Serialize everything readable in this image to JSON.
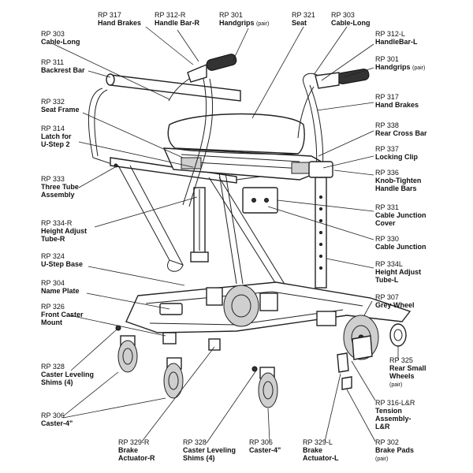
{
  "parts": [
    {
      "id": "rp317a",
      "code": "RP 317",
      "name": [
        "Hand Brakes"
      ]
    },
    {
      "id": "rp312r",
      "code": "RP 312-R",
      "name": [
        "Handle Bar-R"
      ]
    },
    {
      "id": "rp301a",
      "code": "RP 301",
      "name": [
        "Handgrips"
      ],
      "note": "(pair)"
    },
    {
      "id": "rp321",
      "code": "RP 321",
      "name": [
        "Seat"
      ]
    },
    {
      "id": "rp303a",
      "code": "RP 303",
      "name": [
        "Cable-Long"
      ]
    },
    {
      "id": "rp303b",
      "code": "RP 303",
      "name": [
        "Cable-Long"
      ]
    },
    {
      "id": "rp312l",
      "code": "RP 312-L",
      "name": [
        "HandleBar-L"
      ]
    },
    {
      "id": "rp311",
      "code": "RP 311",
      "name": [
        "Backrest Bar"
      ]
    },
    {
      "id": "rp301b",
      "code": "RP 301",
      "name": [
        "Handgrips"
      ],
      "note": "(pair)"
    },
    {
      "id": "rp317b",
      "code": "RP 317",
      "name": [
        "Hand Brakes"
      ]
    },
    {
      "id": "rp332",
      "code": "RP 332",
      "name": [
        "Seat Frame"
      ]
    },
    {
      "id": "rp338",
      "code": "RP 338",
      "name": [
        "Rear Cross Bar"
      ]
    },
    {
      "id": "rp314",
      "code": "RP 314",
      "name": [
        "Latch for",
        "U-Step 2"
      ]
    },
    {
      "id": "rp337",
      "code": "RP 337",
      "name": [
        "Locking Clip"
      ]
    },
    {
      "id": "rp336",
      "code": "RP 336",
      "name": [
        "Knob-Tighten",
        "Handle Bars"
      ]
    },
    {
      "id": "rp333",
      "code": "RP 333",
      "name": [
        "Three Tube",
        "Assembly"
      ]
    },
    {
      "id": "rp331",
      "code": "RP 331",
      "name": [
        "Cable Junction",
        "Cover"
      ]
    },
    {
      "id": "rp334r",
      "code": "RP 334-R",
      "name": [
        "Height Adjust",
        "Tube-R"
      ]
    },
    {
      "id": "rp330",
      "code": "RP 330",
      "name": [
        "Cable Junction"
      ]
    },
    {
      "id": "rp334l",
      "code": "RP 334L",
      "name": [
        "Height Adjust",
        "Tube-L"
      ]
    },
    {
      "id": "rp324",
      "code": "RP 324",
      "name": [
        "U-Step Base"
      ]
    },
    {
      "id": "rp304",
      "code": "RP 304",
      "name": [
        "Name Plate"
      ]
    },
    {
      "id": "rp307",
      "code": "RP 307",
      "name": [
        "Grey Wheel"
      ]
    },
    {
      "id": "rp326",
      "code": "RP 326",
      "name": [
        "Front Caster",
        "Mount"
      ]
    },
    {
      "id": "rp325",
      "code": "RP 325",
      "name": [
        "Rear Small",
        "Wheels"
      ],
      "note": "(pair)"
    },
    {
      "id": "rp328a",
      "code": "RP 328",
      "name": [
        "Caster Leveling",
        "Shims (4)"
      ]
    },
    {
      "id": "rp316",
      "code": "RP 316-L&R",
      "name": [
        "Tension",
        "Assembly-",
        "L&R"
      ]
    },
    {
      "id": "rp306a",
      "code": "RP 306",
      "name": [
        "Caster-4\""
      ]
    },
    {
      "id": "rp329r",
      "code": "RP 329-R",
      "name": [
        "Brake",
        "Actuator-R"
      ]
    },
    {
      "id": "rp328b",
      "code": "RP 328",
      "name": [
        "Caster Leveling",
        "Shims (4)"
      ]
    },
    {
      "id": "rp306b",
      "code": "RP 306",
      "name": [
        "Caster-4\""
      ]
    },
    {
      "id": "rp329l",
      "code": "RP 329-L",
      "name": [
        "Brake",
        "Actuator-L"
      ]
    },
    {
      "id": "rp302",
      "code": "RP 302",
      "name": [
        "Brake Pads"
      ],
      "note": "(pair)"
    }
  ]
}
